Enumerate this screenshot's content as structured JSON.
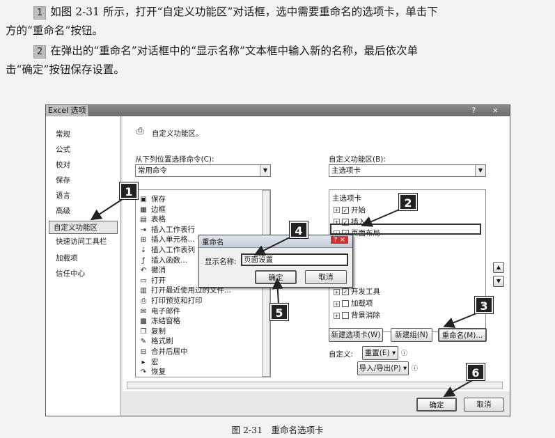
{
  "instructions": [
    {
      "num": "1",
      "line1": "如图 2-31 所示，打开“自定义功能区”对话框，选中需要重命名的选项卡，单击下",
      "line2": "方的“重命名”按钮。"
    },
    {
      "num": "2",
      "line1": "在弹出的“重命名”对话框中的“显示名称”文本框中输入新的名称，最后依次单",
      "line2": "击“确定”按钮保存设置。"
    }
  ],
  "dialog": {
    "title": "Excel 选项",
    "window_buttons": "? ×",
    "nav": [
      "常规",
      "公式",
      "校对",
      "保存",
      "语言",
      "高级",
      "自定义功能区",
      "快速访问工具栏",
      "加载项",
      "信任中心"
    ],
    "selected_nav": "自定义功能区",
    "heading": "自定义功能区。",
    "left_label": "从下列位置选择命令(C):",
    "left_combo": "常用命令",
    "right_label": "自定义功能区(B):",
    "right_combo": "主选项卡",
    "commands": [
      {
        "icon": "save-icon",
        "label": "保存"
      },
      {
        "icon": "border-icon",
        "label": "边框"
      },
      {
        "icon": "table-icon",
        "label": "表格"
      },
      {
        "icon": "insert-row-icon",
        "label": "插入工作表行"
      },
      {
        "icon": "insert-cell-icon",
        "label": "插入单元格..."
      },
      {
        "icon": "insert-col-icon",
        "label": "插入工作表列"
      },
      {
        "icon": "function-icon",
        "label": "插入函数..."
      },
      {
        "icon": "undo-icon",
        "label": "撤消"
      },
      {
        "icon": "open-icon",
        "label": "打开"
      },
      {
        "icon": "recent-icon",
        "label": "打开最近使用过的文件..."
      },
      {
        "icon": "print-icon",
        "label": "打印预览和打印"
      },
      {
        "icon": "email-icon",
        "label": "电子邮件"
      },
      {
        "icon": "freeze-icon",
        "label": "冻结窗格"
      },
      {
        "icon": "copy-icon",
        "label": "复制"
      },
      {
        "icon": "format-painter-icon",
        "label": "格式刷"
      },
      {
        "icon": "merge-icon",
        "label": "合并后居中"
      },
      {
        "icon": "macro-icon",
        "label": "宏"
      },
      {
        "icon": "redo-icon",
        "label": "恢复"
      }
    ],
    "tabs_tree": [
      {
        "label": "主选项卡",
        "expander": "",
        "checked": null
      },
      {
        "label": "开始",
        "expander": "+",
        "checked": true
      },
      {
        "label": "插入",
        "expander": "+",
        "checked": true
      },
      {
        "label": "页面布局",
        "expander": "+",
        "checked": true
      },
      {
        "label": "式",
        "expander": "",
        "checked": null
      },
      {
        "label": "据",
        "expander": "",
        "checked": null
      },
      {
        "label": "阅",
        "expander": "",
        "checked": null
      },
      {
        "label": "图",
        "expander": "",
        "checked": null
      },
      {
        "label": "开发工具",
        "expander": "+",
        "checked": true
      },
      {
        "label": "加载项",
        "expander": "+",
        "checked": false
      },
      {
        "label": "背景消除",
        "expander": "+",
        "checked": false
      }
    ],
    "new_tab_button": "新建选项卡(W)",
    "new_group_button": "新建组(N)",
    "rename_button": "重命名(M)...",
    "customize_label": "自定义:",
    "reset_button": "重置(E) ▾",
    "import_export_button": "导入/导出(P) ▾",
    "ok_button": "确定",
    "cancel_button": "取消"
  },
  "rename_dialog": {
    "title": "重命名",
    "buttons": "? ×",
    "field_label": "显示名称:",
    "field_value": "页面设置",
    "ok_button": "确定",
    "cancel_button": "取消"
  },
  "callouts": [
    "1",
    "2",
    "3",
    "4",
    "5",
    "6"
  ],
  "caption": "图 2-31　重命名选项卡"
}
